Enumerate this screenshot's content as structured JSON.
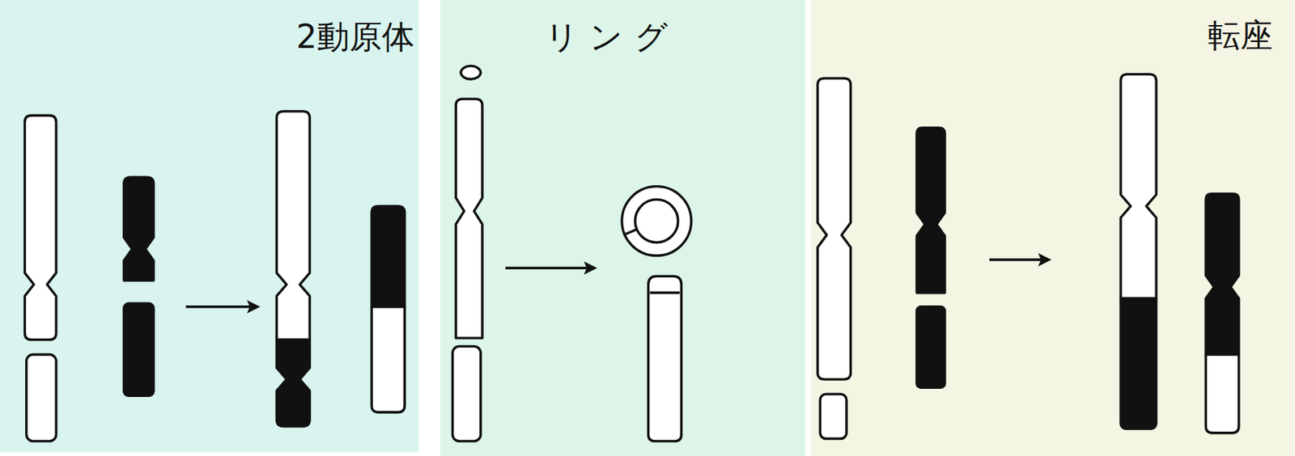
{
  "diagram": {
    "nodes": [
      {
        "text": [
          "2動原体"
        ]
      },
      {
        "text": [
          "リング"
        ]
      },
      {
        "text": [
          "転座"
        ]
      }
    ]
  }
}
